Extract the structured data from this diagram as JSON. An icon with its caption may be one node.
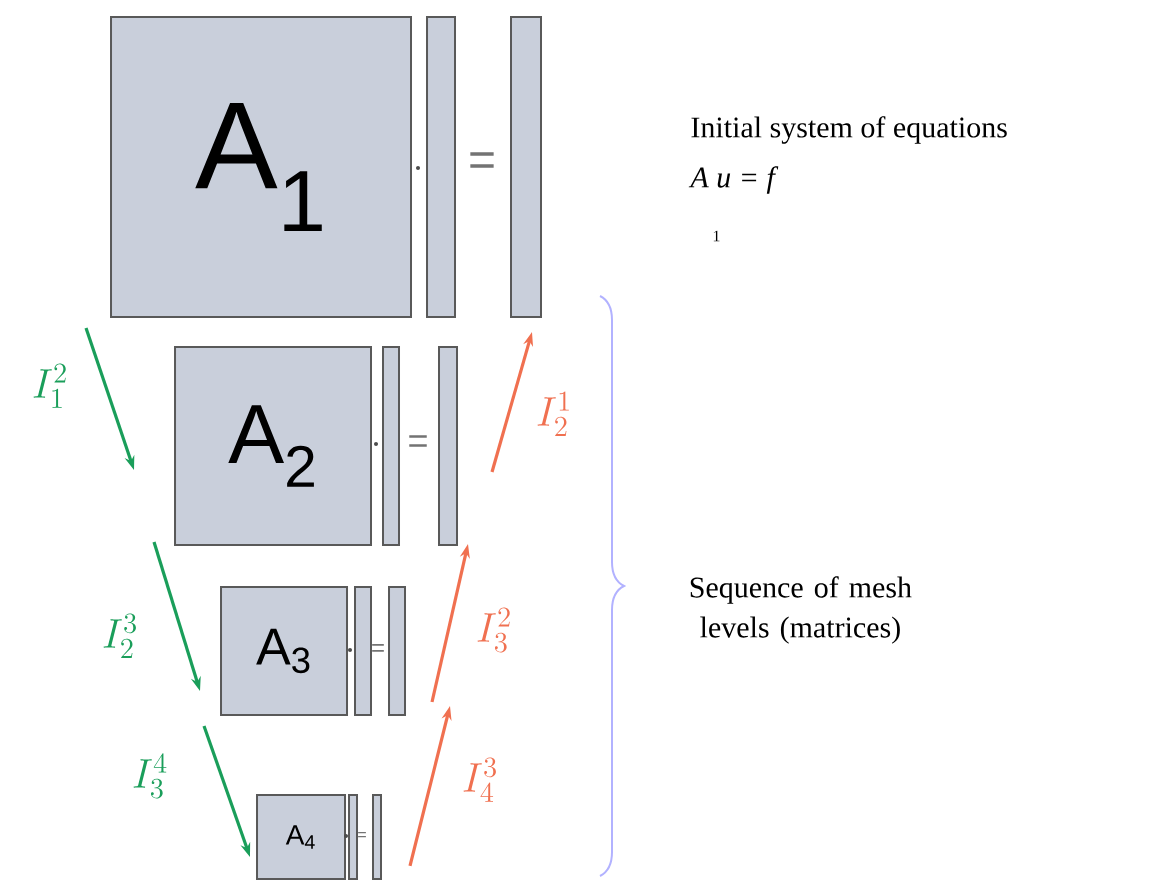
{
  "diagram": {
    "nodes": [
      {
        "text": [
          "A$_{1}$"
        ]
      },
      {
        "text": [],
        "shape": "bar"
      },
      {
        "text": [],
        "shape": "bar"
      },
      {
        "text": [
          "A$_{2}$"
        ]
      },
      {
        "text": [],
        "shape": "bar"
      },
      {
        "text": [],
        "shape": "bar"
      },
      {
        "text": [
          "A$_{3}$"
        ]
      },
      {
        "text": [],
        "shape": "bar"
      },
      {
        "text": [],
        "shape": "bar"
      },
      {
        "text": [
          "A$_{4}$"
        ]
      },
      {
        "text": [],
        "shape": "bar"
      },
      {
        "text": [],
        "shape": "bar"
      }
    ],
    "edges": [
      {
        "from": 0,
        "to": 3,
        "arrow": "to",
        "label": "I_1^2",
        "color": "#1a9e5a"
      },
      {
        "from": 3,
        "to": 6,
        "arrow": "to",
        "label": "I_2^3",
        "color": "#1a9e5a"
      },
      {
        "from": 6,
        "to": 9,
        "arrow": "to",
        "label": "I_3^4",
        "color": "#1a9e5a"
      },
      {
        "from": 5,
        "to": 2,
        "arrow": "to",
        "label": "I_2^1",
        "color": "#f07050"
      },
      {
        "from": 8,
        "to": 5,
        "arrow": "to",
        "label": "I_3^2",
        "color": "#f07050"
      },
      {
        "from": 11,
        "to": 8,
        "arrow": "to",
        "label": "I_4^3",
        "color": "#f07050"
      }
    ],
    "labels": [
      "=",
      "=",
      "=",
      "=",
      "Initial system of equations",
      "A u = f",
      "1",
      "Sequence of mesh levels (matrices)"
    ]
  }
}
